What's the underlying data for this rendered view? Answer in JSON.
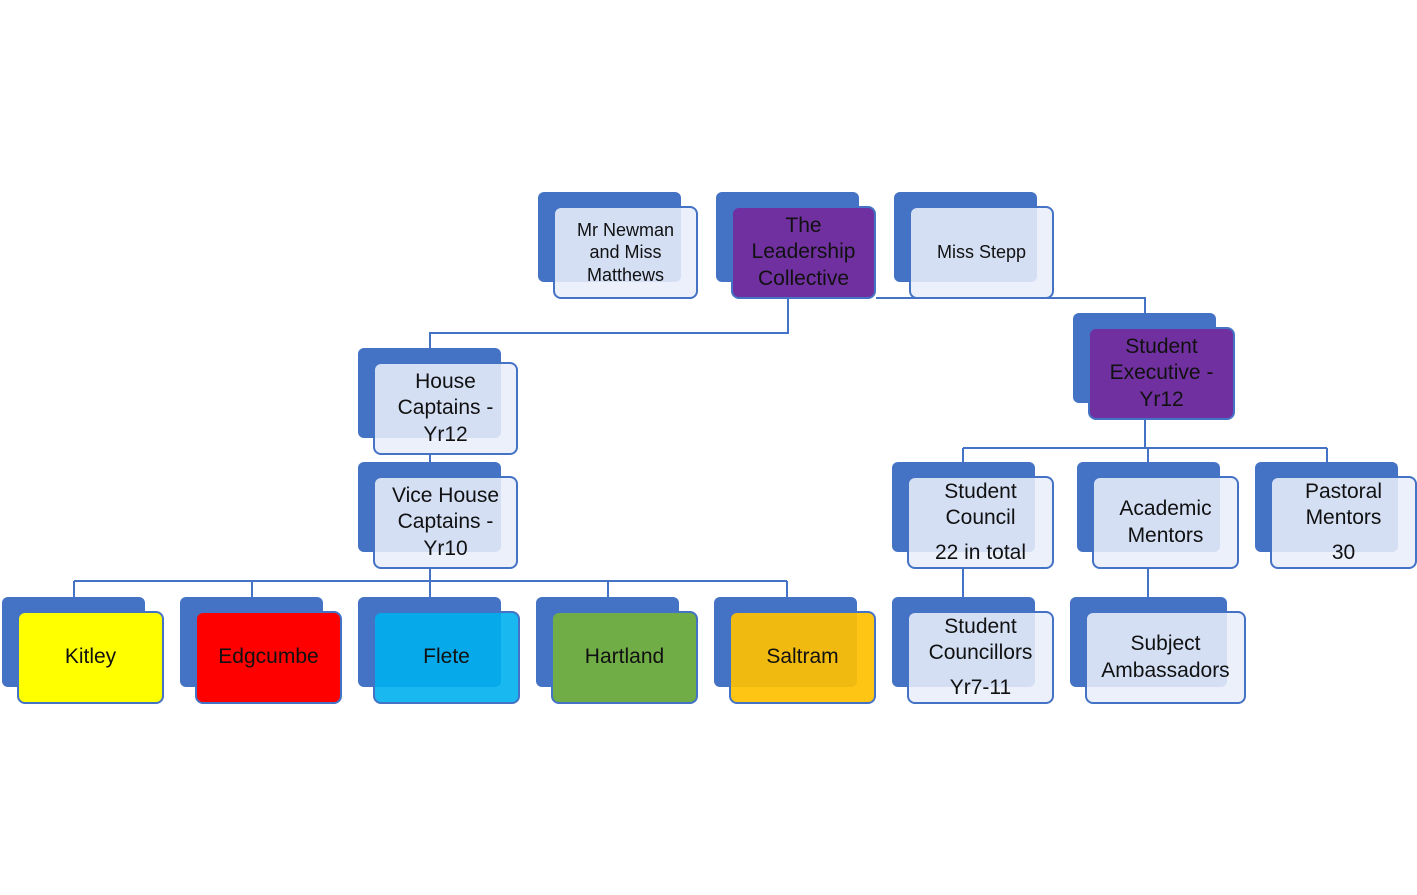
{
  "colors": {
    "accent_blue": "#4472c4",
    "purple": "#7030a0",
    "kitley": "#ffff00",
    "edgcumbe": "#ff0000",
    "flete": "#00b0f0",
    "hartland": "#70ad47",
    "saltram": "#ffc000"
  },
  "nodes": {
    "advisors": {
      "lines": [
        "Mr Newman",
        "and Miss",
        "Matthews"
      ]
    },
    "leadership": {
      "lines": [
        "The",
        "Leadership",
        "Collective"
      ]
    },
    "miss_stepp": {
      "lines": [
        "Miss Stepp"
      ]
    },
    "house_captains": {
      "lines": [
        "House",
        "Captains -",
        "Yr12"
      ]
    },
    "vice_house_captains": {
      "lines": [
        "Vice House",
        "Captains -",
        "Yr10"
      ]
    },
    "student_executive": {
      "lines": [
        "Student",
        "Executive -",
        "Yr12"
      ]
    },
    "student_council": {
      "lines": [
        "Student",
        "Council"
      ],
      "sub": "22 in total"
    },
    "academic_mentors": {
      "lines": [
        "Academic",
        "Mentors"
      ]
    },
    "pastoral_mentors": {
      "lines": [
        "Pastoral",
        "Mentors"
      ],
      "sub": "30"
    },
    "student_councillors": {
      "lines": [
        "Student",
        "Councillors"
      ],
      "sub": "Yr7-11"
    },
    "subject_ambassadors": {
      "lines": [
        "Subject",
        "Ambassadors"
      ]
    },
    "houses": [
      "Kitley",
      "Edgcumbe",
      "Flete",
      "Hartland",
      "Saltram"
    ]
  }
}
